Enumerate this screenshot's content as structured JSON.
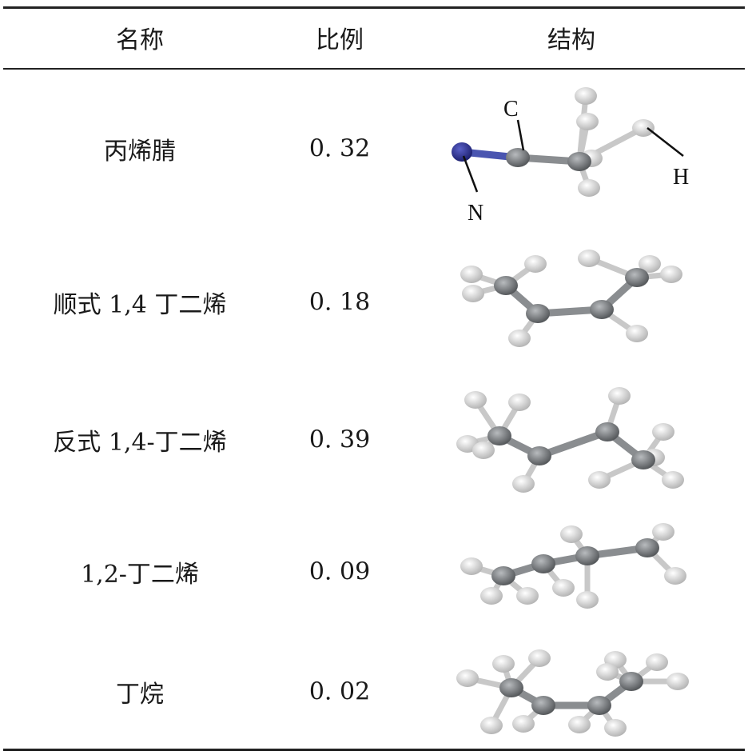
{
  "table": {
    "headers": [
      "名称",
      "比例",
      "结构"
    ],
    "rows": [
      {
        "name": "丙烯腈",
        "ratio": "0. 32",
        "structure": "acrylonitrile-molecule"
      },
      {
        "name": "顺式 1,4 丁二烯",
        "ratio": "0. 18",
        "structure": "cis-butadiene-molecule"
      },
      {
        "name": "反式 1,4-丁二烯",
        "ratio": "0. 39",
        "structure": "trans-butadiene-molecule"
      },
      {
        "name": "1,2-丁二烯",
        "ratio": "0. 09",
        "structure": "1-2-butadiene-molecule"
      },
      {
        "name": "丁烷",
        "ratio": "0. 02",
        "structure": "butane-molecule"
      }
    ],
    "atom_labels": {
      "c": "C",
      "n": "N",
      "h": "H"
    }
  },
  "colors": {
    "carbon": "#7a7d80",
    "hydrogen": "#e8e8e8",
    "nitrogen": "#2a2f8f"
  }
}
